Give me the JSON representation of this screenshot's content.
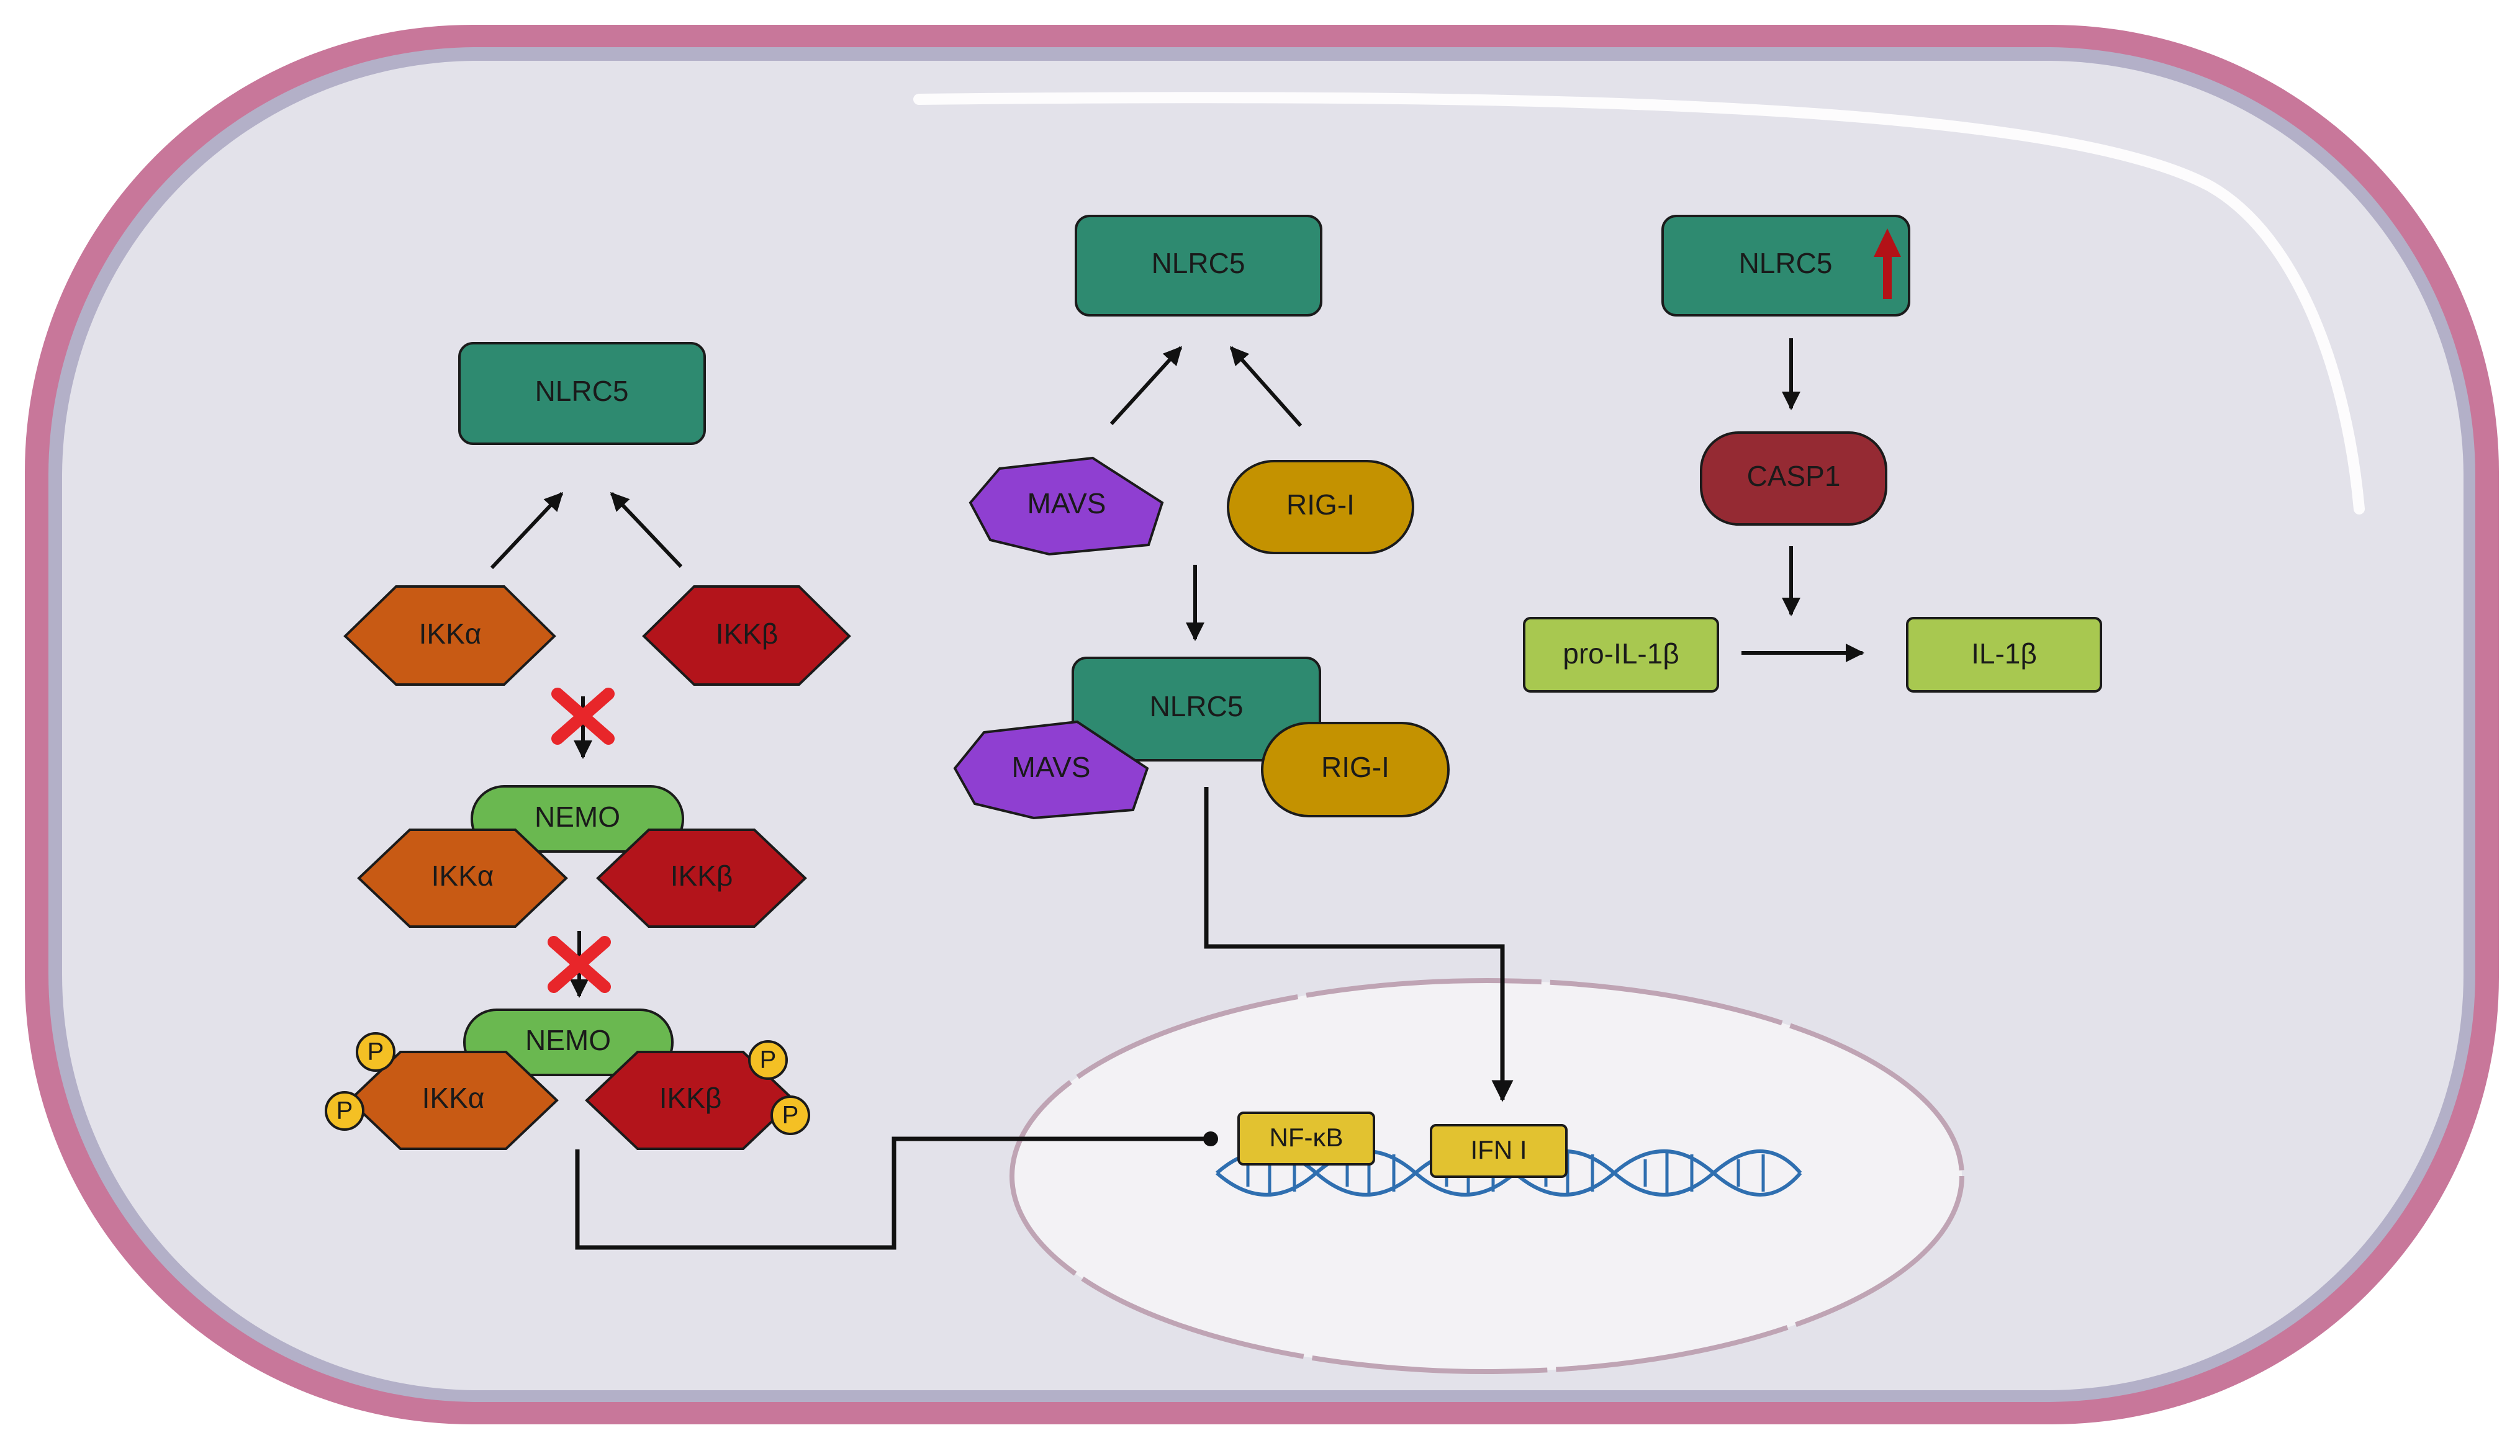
{
  "colors": {
    "membrane_outer": "#c8779a",
    "membrane_inner": "#b3b0c8",
    "cytoplasm": "#e3e2ea",
    "nucleus": "#f3f2f5",
    "nlrc5": "#2e8a70",
    "ikk_alpha": "#c85a14",
    "ikk_beta": "#b3141b",
    "nemo": "#6ab850",
    "mavs": "#8f3fd1",
    "rig_i": "#c49200",
    "casp1": "#952a33",
    "il1b": "#a8c850",
    "nfkb": "#e2c230",
    "phospho": "#f4c024",
    "dna": "#2f6fb0",
    "inhibit_x": "#e8262a",
    "up_arrow": "#b31217"
  },
  "left_pathway": {
    "nlrc5": "NLRC5",
    "ikk_alpha": "IKKα",
    "ikk_beta": "IKKβ",
    "nemo_complex": {
      "nemo": "NEMO",
      "ikk_alpha": "IKKα",
      "ikk_beta": "IKKβ"
    },
    "phospho_complex": {
      "nemo": "NEMO",
      "ikk_alpha": "IKKα",
      "ikk_beta": "IKKβ",
      "phospho_label": "P"
    }
  },
  "middle_pathway": {
    "nlrc5": "NLRC5",
    "mavs": "MAVS",
    "rig_i": "RIG-I",
    "complex": {
      "nlrc5": "NLRC5",
      "mavs": "MAVS",
      "rig_i": "RIG-I"
    }
  },
  "right_pathway": {
    "nlrc5": "NLRC5",
    "casp1": "CASP1",
    "pro_il1b": "pro-IL-1β",
    "il1b": "IL-1β"
  },
  "nucleus": {
    "nfkb": "NF-κB",
    "ifn": "IFN I"
  }
}
